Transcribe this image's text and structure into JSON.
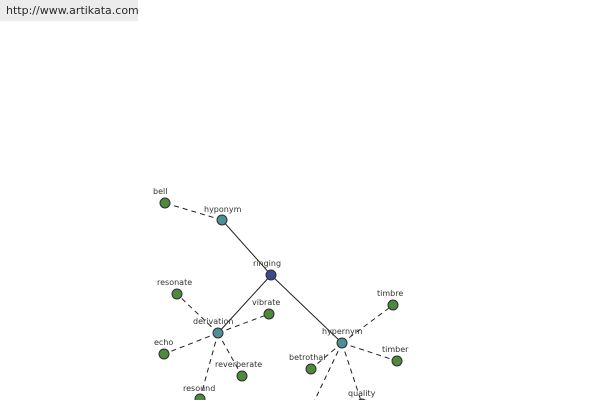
{
  "watermark": {
    "url": "http://www.artikata.com"
  },
  "colors": {
    "center": "#3a4a8e",
    "relation": "#4e8e96",
    "word": "#4e8a3e"
  },
  "nodes": [
    {
      "id": "ringing",
      "label": "ringing",
      "kind": "center"
    },
    {
      "id": "hyponym",
      "label": "hyponym",
      "kind": "relation"
    },
    {
      "id": "derivation",
      "label": "derivation",
      "kind": "relation"
    },
    {
      "id": "hypernym",
      "label": "hypernym",
      "kind": "relation"
    },
    {
      "id": "bell",
      "label": "bell",
      "kind": "word"
    },
    {
      "id": "resonate",
      "label": "resonate",
      "kind": "word"
    },
    {
      "id": "vibrate",
      "label": "vibrate",
      "kind": "word"
    },
    {
      "id": "echo",
      "label": "echo",
      "kind": "word"
    },
    {
      "id": "reverberate",
      "label": "reverberate",
      "kind": "word"
    },
    {
      "id": "resound",
      "label": "resound",
      "kind": "word"
    },
    {
      "id": "timbre",
      "label": "timbre",
      "kind": "word"
    },
    {
      "id": "timber",
      "label": "timber",
      "kind": "word"
    },
    {
      "id": "betrothal",
      "label": "betrothal",
      "kind": "word"
    },
    {
      "id": "quality",
      "label": "quality",
      "kind": "word"
    },
    {
      "id": "offscreen",
      "label": "",
      "kind": "word"
    }
  ],
  "edges": [
    {
      "from": "ringing",
      "to": "hyponym",
      "style": "solid"
    },
    {
      "from": "ringing",
      "to": "derivation",
      "style": "solid"
    },
    {
      "from": "ringing",
      "to": "hypernym",
      "style": "solid"
    },
    {
      "from": "hyponym",
      "to": "bell",
      "style": "dashed"
    },
    {
      "from": "derivation",
      "to": "resonate",
      "style": "dashed"
    },
    {
      "from": "derivation",
      "to": "vibrate",
      "style": "dashed"
    },
    {
      "from": "derivation",
      "to": "echo",
      "style": "dashed"
    },
    {
      "from": "derivation",
      "to": "reverberate",
      "style": "dashed"
    },
    {
      "from": "derivation",
      "to": "resound",
      "style": "dashed"
    },
    {
      "from": "hypernym",
      "to": "timbre",
      "style": "dashed"
    },
    {
      "from": "hypernym",
      "to": "timber",
      "style": "dashed"
    },
    {
      "from": "hypernym",
      "to": "betrothal",
      "style": "dashed"
    },
    {
      "from": "hypernym",
      "to": "quality",
      "style": "dashed"
    },
    {
      "from": "hypernym",
      "to": "offscreen",
      "style": "dashed"
    }
  ]
}
